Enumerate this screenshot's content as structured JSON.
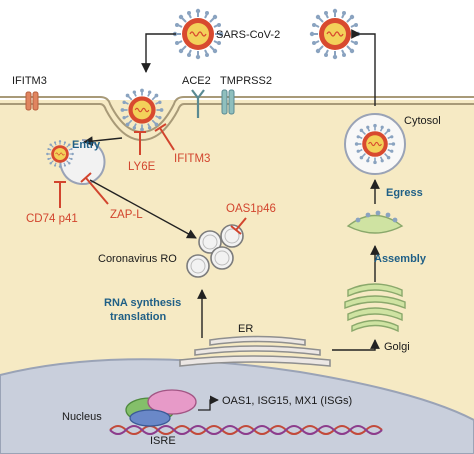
{
  "labels": {
    "virus": "SARS-CoV-2",
    "ifitm3_membrane": "IFITM3",
    "ace2": "ACE2",
    "tmprss2": "TMPRSS2",
    "cytosol": "Cytosol",
    "entry": "Entry",
    "ly6e": "LY6E",
    "ifitm3_red": "IFITM3",
    "zapl": "ZAP-L",
    "cd74": "CD74 p41",
    "oas1p46": "OAS1p46",
    "ro": "Coronavirus RO",
    "rna1": "RNA synthesis",
    "rna2": "translation",
    "egress": "Egress",
    "assembly": "Assembly",
    "er": "ER",
    "golgi": "Golgi",
    "nucleus": "Nucleus",
    "isgs": "OAS1, ISG15, MX1 (ISGs)",
    "isre": "ISRE"
  },
  "colors": {
    "membrane": "#f6eac4",
    "membrane_line": "#a89a78",
    "nucleus": "#c9cfdc",
    "virus_red": "#d84a2f",
    "virus_yellow": "#f3d15a",
    "spike": "#8aa3c0",
    "inhibitor": "#d2452e",
    "flow_text": "#1f5f86",
    "golgi": "#cfe3a2"
  }
}
